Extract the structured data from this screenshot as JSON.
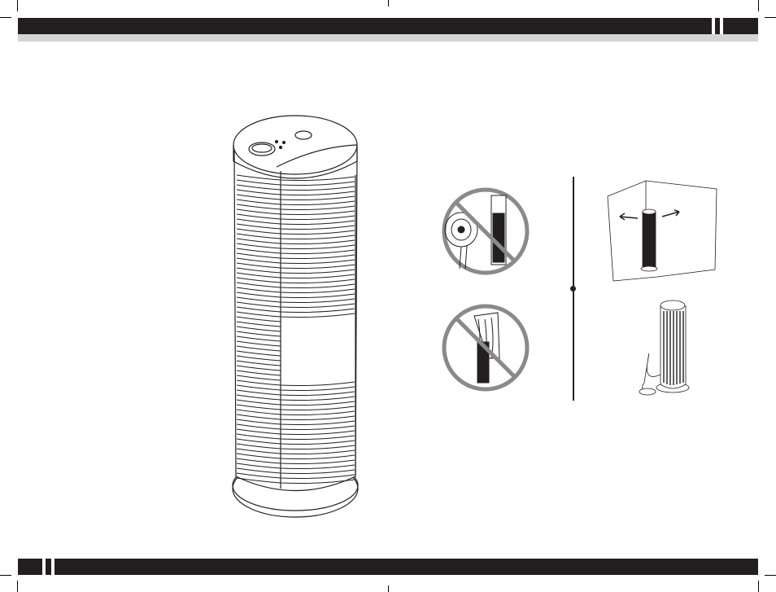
{
  "page": {
    "header_bar_color": "#231f20",
    "header_underline_color": "#d4d4d4",
    "footer_bar_color": "#231f20"
  },
  "illustrations": {
    "main": "tower-air-purifier",
    "warning_1": "do-not-place-near-fan-or-heater",
    "warning_2": "do-not-place-near-curtains",
    "placement_1": "place-away-from-walls",
    "placement_2": "place-on-level-surface-with-cord"
  },
  "colors": {
    "prohibition": "#8a8a8a",
    "line_art": "#231f20"
  }
}
